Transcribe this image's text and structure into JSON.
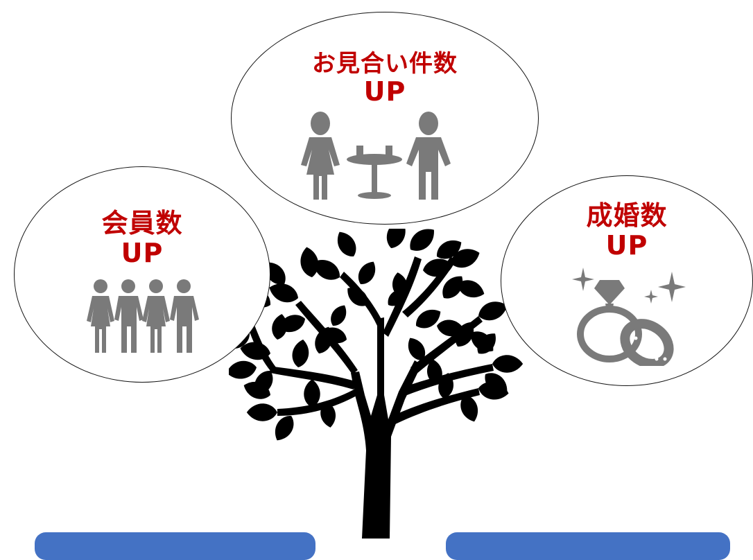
{
  "bubbles": {
    "members": {
      "line1": "会員数",
      "line2": "UP",
      "icon": "group-of-people-icon"
    },
    "meetings": {
      "line1": "お見合い件数",
      "line2": "UP",
      "icon": "couple-at-table-icon"
    },
    "marriages": {
      "line1": "成婚数",
      "line2": "UP",
      "icon": "wedding-rings-icon"
    }
  },
  "colors": {
    "label": "#c00000",
    "icon": "#7a7a7a",
    "tree": "#000000",
    "panel": "#4472c4"
  },
  "tree": {
    "icon": "tree-icon"
  }
}
